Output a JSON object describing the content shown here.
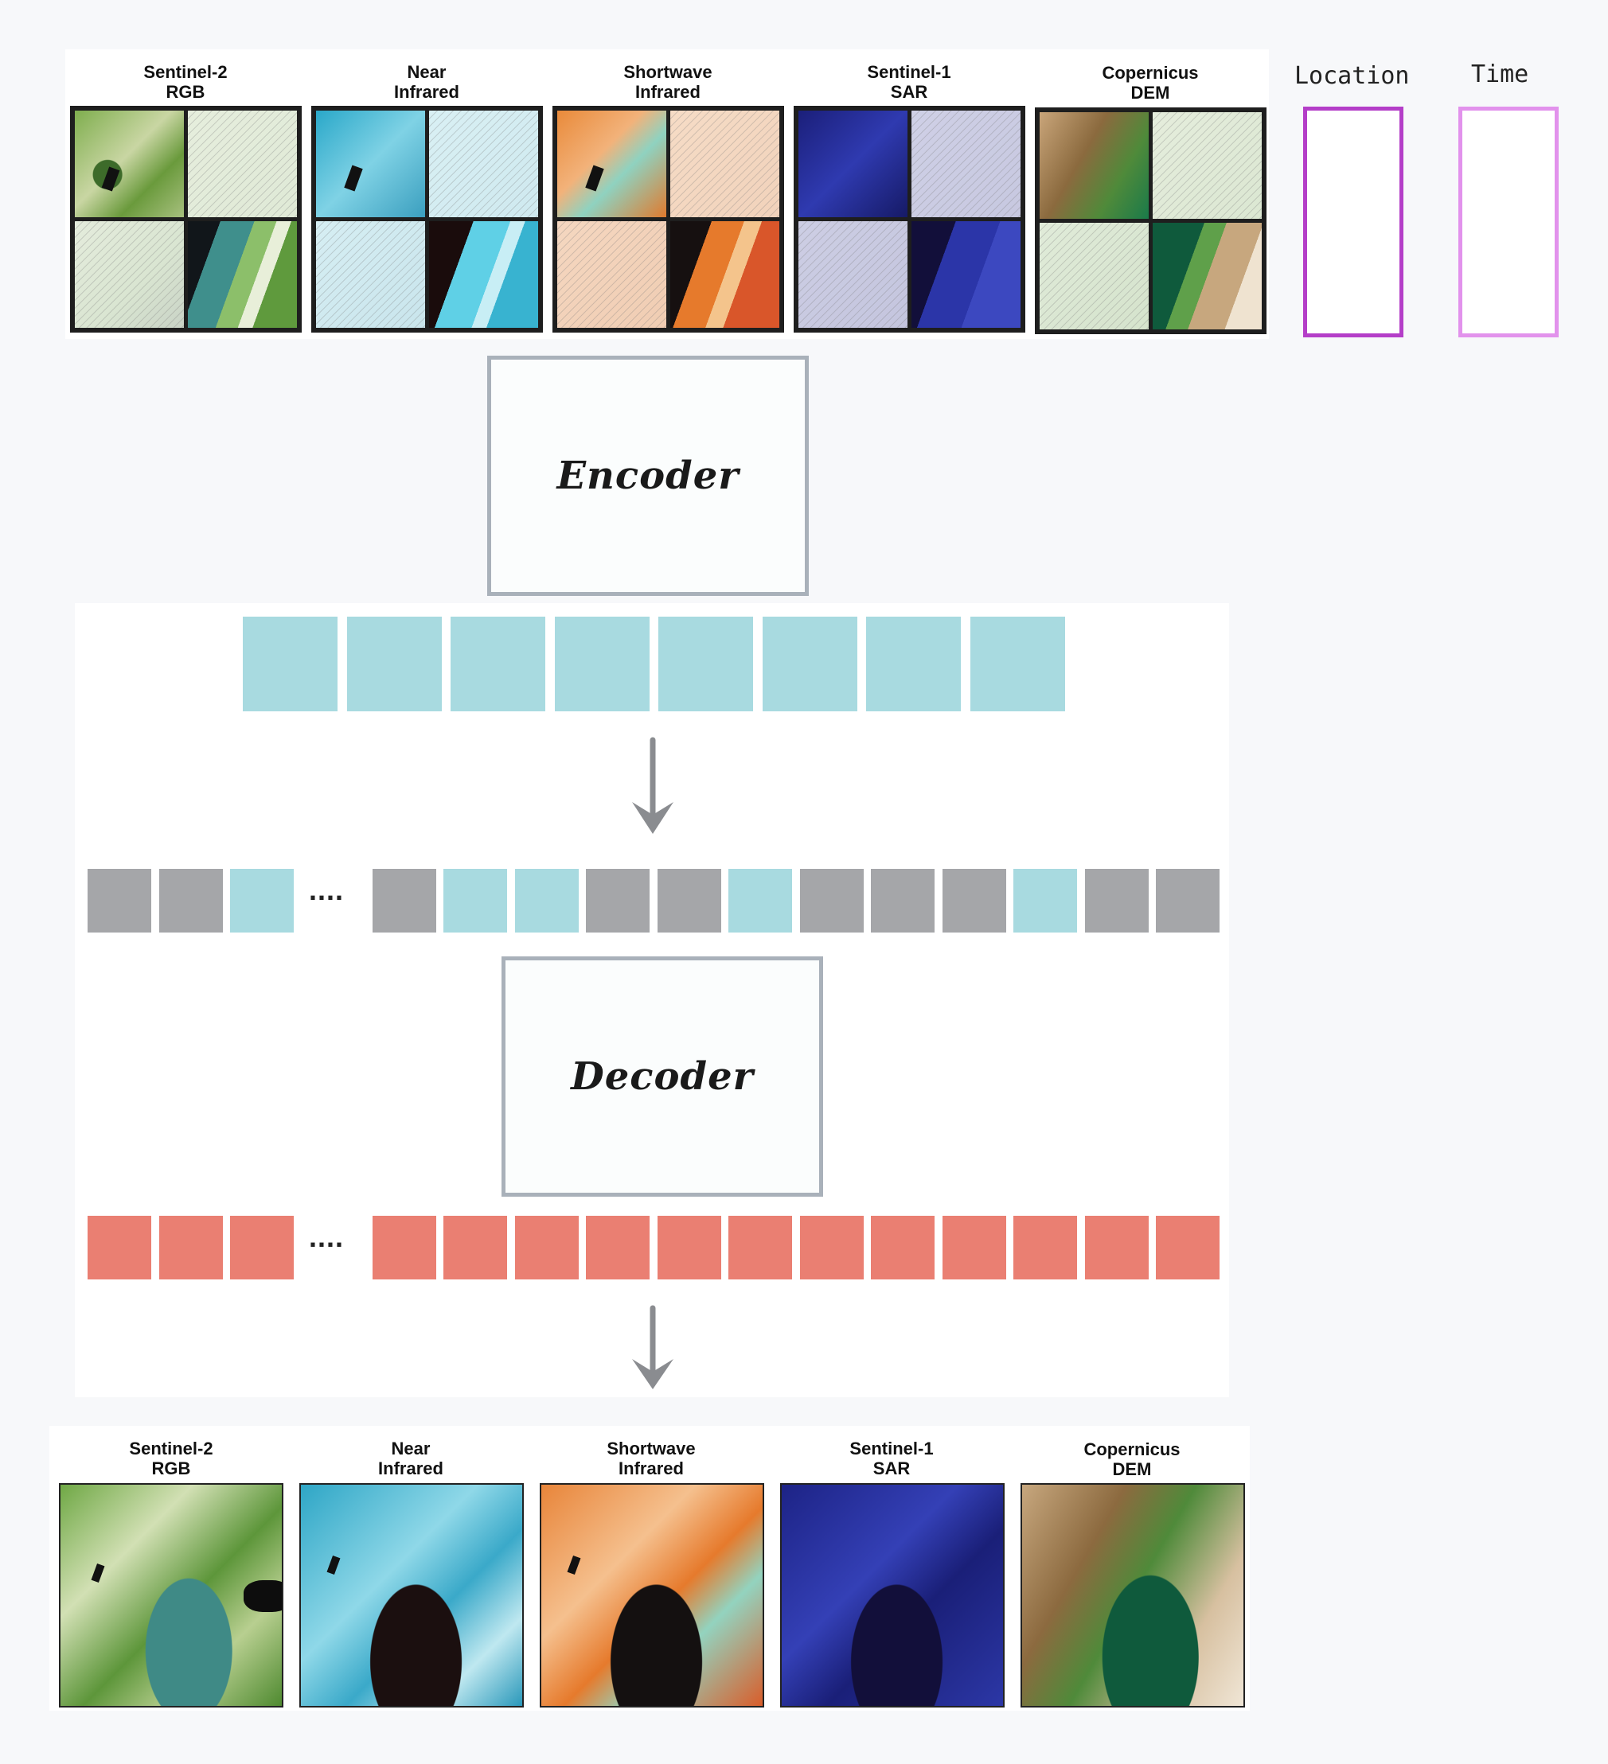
{
  "input": {
    "modalities": [
      {
        "line1": "Sentinel-2",
        "line2": "RGB"
      },
      {
        "line1": "Near",
        "line2": "Infrared"
      },
      {
        "line1": "Shortwave",
        "line2": "Infrared"
      },
      {
        "line1": "Sentinel-1",
        "line2": "SAR"
      },
      {
        "line1": "Copernicus",
        "line2": "DEM"
      }
    ],
    "metadata": {
      "location_label": "Location",
      "time_label": "Time"
    }
  },
  "encoder": {
    "label": "Encoder"
  },
  "decoder": {
    "label": "Decoder"
  },
  "ellipsis": "....",
  "output": {
    "modalities": [
      {
        "line1": "Sentinel-2",
        "line2": "RGB"
      },
      {
        "line1": "Near",
        "line2": "Infrared"
      },
      {
        "line1": "Shortwave",
        "line2": "Infrared"
      },
      {
        "line1": "Sentinel-1",
        "line2": "SAR"
      },
      {
        "line1": "Copernicus",
        "line2": "DEM"
      }
    ]
  },
  "tokens": {
    "encoded_count": 8,
    "masked_sequence": [
      "masked",
      "masked",
      "visible",
      "masked",
      "visible",
      "visible",
      "masked",
      "masked",
      "visible",
      "masked",
      "masked",
      "masked",
      "visible",
      "masked",
      "masked"
    ],
    "decoded_count": 15
  },
  "colors": {
    "visible_token": "#a8dae0",
    "masked_token": "#a5a6a9",
    "decoded_token": "#ea7f72",
    "arrow": "#8a8c90",
    "location_box": "#b43ec8",
    "time_box": "#e292ec",
    "box_border": "#a9b1ba"
  },
  "icons": [
    "arrow-down-icon"
  ]
}
